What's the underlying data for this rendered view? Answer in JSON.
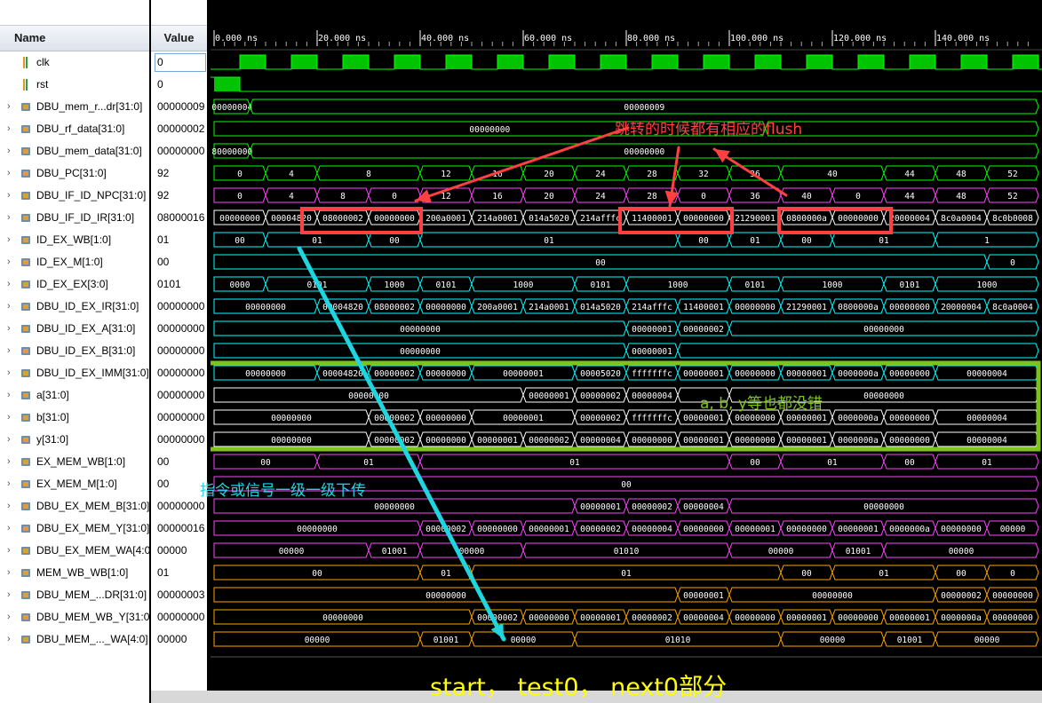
{
  "columns": {
    "name": "Name",
    "value": "Value"
  },
  "time_ruler": [
    "0.000 ns",
    "20.000 ns",
    "40.000 ns",
    "60.000 ns",
    "80.000 ns",
    "100.000 ns",
    "120.000 ns",
    "140.000 ns"
  ],
  "colors": {
    "clock_fill": "#00c400",
    "bus_green": "#00ff00",
    "bus_purple": "#ff44ff",
    "bus_white": "#ffffff",
    "bus_cyan": "#00ffff",
    "bus_orange": "#ffa500",
    "annotation_red": "#ff4040",
    "annotation_green": "#7cc31a",
    "annotation_cyan": "#1fd6e0",
    "annotation_yellow": "#ffff00"
  },
  "signals": [
    {
      "name": "clk",
      "value": "0",
      "icon": "bit-signal-icon",
      "expand": false,
      "kind": "clk",
      "color": "#00ff00"
    },
    {
      "name": "rst",
      "value": "0",
      "icon": "bit-signal-icon",
      "expand": false,
      "kind": "rst",
      "color": "#00ff00"
    },
    {
      "name": "DBU_mem_r...dr[31:0]",
      "value": "00000009",
      "icon": "bus-signal-icon",
      "expand": true,
      "color": "#00ff00",
      "segs": [
        [
          0,
          7,
          "00000004"
        ],
        [
          7,
          160,
          "00000009"
        ]
      ]
    },
    {
      "name": "DBU_rf_data[31:0]",
      "value": "00000002",
      "icon": "bus-signal-icon",
      "expand": true,
      "color": "#00ff00",
      "segs": [
        [
          0,
          107,
          "00000000"
        ],
        [
          107,
          160,
          ""
        ]
      ]
    },
    {
      "name": "DBU_mem_data[31:0]",
      "value": "00000000",
      "icon": "bus-signal-icon",
      "expand": true,
      "color": "#00ff00",
      "segs": [
        [
          0,
          7,
          "80000000"
        ],
        [
          7,
          160,
          "00000000"
        ]
      ]
    },
    {
      "name": "DBU_PC[31:0]",
      "value": "92",
      "icon": "bus-signal-icon",
      "expand": true,
      "color": "#00ff00",
      "segs": [
        [
          0,
          10,
          "0"
        ],
        [
          10,
          20,
          "4"
        ],
        [
          20,
          40,
          "8"
        ],
        [
          40,
          50,
          "12"
        ],
        [
          50,
          60,
          "16"
        ],
        [
          60,
          70,
          "20"
        ],
        [
          70,
          80,
          "24"
        ],
        [
          80,
          90,
          "28"
        ],
        [
          90,
          100,
          "32"
        ],
        [
          100,
          110,
          "36"
        ],
        [
          110,
          130,
          "40"
        ],
        [
          130,
          140,
          "44"
        ],
        [
          140,
          150,
          "48"
        ],
        [
          150,
          160,
          "52"
        ]
      ]
    },
    {
      "name": "DBU_IF_ID_NPC[31:0]",
      "value": "92",
      "icon": "bus-signal-icon",
      "expand": true,
      "color": "#ff44ff",
      "segs": [
        [
          0,
          10,
          "0"
        ],
        [
          10,
          20,
          "4"
        ],
        [
          20,
          30,
          "8"
        ],
        [
          30,
          40,
          "0"
        ],
        [
          40,
          50,
          "12"
        ],
        [
          50,
          60,
          "16"
        ],
        [
          60,
          70,
          "20"
        ],
        [
          70,
          80,
          "24"
        ],
        [
          80,
          90,
          "28"
        ],
        [
          90,
          100,
          "0"
        ],
        [
          100,
          110,
          "36"
        ],
        [
          110,
          120,
          "40"
        ],
        [
          120,
          130,
          "0"
        ],
        [
          130,
          140,
          "44"
        ],
        [
          140,
          150,
          "48"
        ],
        [
          150,
          160,
          "52"
        ]
      ]
    },
    {
      "name": "DBU_IF_ID_IR[31:0]",
      "value": "08000016",
      "icon": "bus-signal-icon",
      "expand": true,
      "color": "#ffffff",
      "segs": [
        [
          0,
          10,
          "00000000"
        ],
        [
          10,
          20,
          "00004820"
        ],
        [
          20,
          30,
          "08000002"
        ],
        [
          30,
          40,
          "00000000"
        ],
        [
          40,
          50,
          "200a0001"
        ],
        [
          50,
          60,
          "214a0001"
        ],
        [
          60,
          70,
          "014a5020"
        ],
        [
          70,
          80,
          "214afffc"
        ],
        [
          80,
          90,
          "11400001"
        ],
        [
          90,
          100,
          "00000000"
        ],
        [
          100,
          110,
          "21290001"
        ],
        [
          110,
          120,
          "0800000a"
        ],
        [
          120,
          130,
          "00000000"
        ],
        [
          130,
          140,
          "20000004"
        ],
        [
          140,
          150,
          "8c0a0004"
        ],
        [
          150,
          160,
          "8c0b0008"
        ]
      ]
    },
    {
      "name": "ID_EX_WB[1:0]",
      "value": "01",
      "icon": "bus-signal-icon",
      "expand": true,
      "color": "#00ffff",
      "segs": [
        [
          0,
          10,
          "00"
        ],
        [
          10,
          30,
          "01"
        ],
        [
          30,
          40,
          "00"
        ],
        [
          40,
          90,
          "01"
        ],
        [
          90,
          100,
          "00"
        ],
        [
          100,
          110,
          "01"
        ],
        [
          110,
          120,
          "00"
        ],
        [
          120,
          140,
          "01"
        ],
        [
          140,
          160,
          "1"
        ]
      ]
    },
    {
      "name": "ID_EX_M[1:0]",
      "value": "00",
      "icon": "bus-signal-icon",
      "expand": true,
      "color": "#00ffff",
      "segs": [
        [
          0,
          150,
          "00"
        ],
        [
          150,
          160,
          "0"
        ]
      ]
    },
    {
      "name": "ID_EX_EX[3:0]",
      "value": "0101",
      "icon": "bus-signal-icon",
      "expand": true,
      "color": "#00ffff",
      "segs": [
        [
          0,
          10,
          "0000"
        ],
        [
          10,
          30,
          "0101"
        ],
        [
          30,
          40,
          "1000"
        ],
        [
          40,
          50,
          "0101"
        ],
        [
          50,
          70,
          "1000"
        ],
        [
          70,
          80,
          "0101"
        ],
        [
          80,
          100,
          "1000"
        ],
        [
          100,
          110,
          "0101"
        ],
        [
          110,
          130,
          "1000"
        ],
        [
          130,
          140,
          "0101"
        ],
        [
          140,
          160,
          "1000"
        ]
      ]
    },
    {
      "name": "DBU_ID_EX_IR[31:0]",
      "value": "00000000",
      "icon": "bus-signal-icon",
      "expand": true,
      "color": "#00ffff",
      "segs": [
        [
          0,
          20,
          "00000000"
        ],
        [
          20,
          30,
          "00004820"
        ],
        [
          30,
          40,
          "08000002"
        ],
        [
          40,
          50,
          "00000000"
        ],
        [
          50,
          60,
          "200a0001"
        ],
        [
          60,
          70,
          "214a0001"
        ],
        [
          70,
          80,
          "014a5020"
        ],
        [
          80,
          90,
          "214afffc"
        ],
        [
          90,
          100,
          "11400001"
        ],
        [
          100,
          110,
          "00000000"
        ],
        [
          110,
          120,
          "21290001"
        ],
        [
          120,
          130,
          "0800000a"
        ],
        [
          130,
          140,
          "00000000"
        ],
        [
          140,
          150,
          "20000004"
        ],
        [
          150,
          160,
          "8c0a0004"
        ]
      ]
    },
    {
      "name": "DBU_ID_EX_A[31:0]",
      "value": "00000000",
      "icon": "bus-signal-icon",
      "expand": true,
      "color": "#00ffff",
      "segs": [
        [
          0,
          80,
          "00000000"
        ],
        [
          80,
          90,
          "00000001"
        ],
        [
          90,
          100,
          "00000002"
        ],
        [
          100,
          160,
          "00000000"
        ]
      ]
    },
    {
      "name": "DBU_ID_EX_B[31:0]",
      "value": "00000000",
      "icon": "bus-signal-icon",
      "expand": true,
      "color": "#00ffff",
      "segs": [
        [
          0,
          80,
          "00000000"
        ],
        [
          80,
          90,
          "00000001"
        ],
        [
          90,
          160,
          ""
        ]
      ]
    },
    {
      "name": "DBU_ID_EX_IMM[31:0]",
      "value": "00000000",
      "icon": "bus-signal-icon",
      "expand": true,
      "color": "#00ffff",
      "segs": [
        [
          0,
          20,
          "00000000"
        ],
        [
          20,
          30,
          "00004820"
        ],
        [
          30,
          40,
          "00000002"
        ],
        [
          40,
          50,
          "00000000"
        ],
        [
          50,
          70,
          "00000001"
        ],
        [
          70,
          80,
          "00005020"
        ],
        [
          80,
          90,
          "fffffffc"
        ],
        [
          90,
          100,
          "00000001"
        ],
        [
          100,
          110,
          "00000000"
        ],
        [
          110,
          120,
          "00000001"
        ],
        [
          120,
          130,
          "0000000a"
        ],
        [
          130,
          140,
          "00000000"
        ],
        [
          140,
          160,
          "00000004"
        ]
      ]
    },
    {
      "name": "a[31:0]",
      "value": "00000000",
      "icon": "bus-signal-icon",
      "expand": true,
      "color": "#ffffff",
      "segs": [
        [
          0,
          60,
          "00000000"
        ],
        [
          60,
          70,
          "00000001"
        ],
        [
          70,
          80,
          "00000002"
        ],
        [
          80,
          90,
          "00000004"
        ],
        [
          90,
          100,
          ""
        ],
        [
          100,
          160,
          "00000000"
        ]
      ]
    },
    {
      "name": "b[31:0]",
      "value": "00000000",
      "icon": "bus-signal-icon",
      "expand": true,
      "color": "#ffffff",
      "segs": [
        [
          0,
          30,
          "00000000"
        ],
        [
          30,
          40,
          "00000002"
        ],
        [
          40,
          50,
          "00000000"
        ],
        [
          50,
          70,
          "00000001"
        ],
        [
          70,
          80,
          "00000002"
        ],
        [
          80,
          90,
          "fffffffc"
        ],
        [
          90,
          100,
          "00000001"
        ],
        [
          100,
          110,
          "00000000"
        ],
        [
          110,
          120,
          "00000001"
        ],
        [
          120,
          130,
          "0000000a"
        ],
        [
          130,
          140,
          "00000000"
        ],
        [
          140,
          160,
          "00000004"
        ]
      ]
    },
    {
      "name": "y[31:0]",
      "value": "00000000",
      "icon": "bus-signal-icon",
      "expand": true,
      "color": "#ffffff",
      "segs": [
        [
          0,
          30,
          "00000000"
        ],
        [
          30,
          40,
          "00000002"
        ],
        [
          40,
          50,
          "00000000"
        ],
        [
          50,
          60,
          "00000001"
        ],
        [
          60,
          70,
          "00000002"
        ],
        [
          70,
          80,
          "00000004"
        ],
        [
          80,
          90,
          "00000000"
        ],
        [
          90,
          100,
          "00000001"
        ],
        [
          100,
          110,
          "00000000"
        ],
        [
          110,
          120,
          "00000001"
        ],
        [
          120,
          130,
          "0000000a"
        ],
        [
          130,
          140,
          "00000000"
        ],
        [
          140,
          160,
          "00000004"
        ]
      ]
    },
    {
      "name": "EX_MEM_WB[1:0]",
      "value": "00",
      "icon": "bus-signal-icon",
      "expand": true,
      "color": "#ff44ff",
      "segs": [
        [
          0,
          20,
          "00"
        ],
        [
          20,
          40,
          "01"
        ],
        [
          40,
          100,
          "01"
        ],
        [
          100,
          110,
          "00"
        ],
        [
          110,
          130,
          "01"
        ],
        [
          130,
          140,
          "00"
        ],
        [
          140,
          160,
          "01"
        ]
      ]
    },
    {
      "name": "EX_MEM_M[1:0]",
      "value": "00",
      "icon": "bus-signal-icon",
      "expand": true,
      "color": "#ff44ff",
      "segs": [
        [
          0,
          160,
          "00"
        ]
      ]
    },
    {
      "name": "DBU_EX_MEM_B[31:0]",
      "value": "00000000",
      "icon": "bus-signal-icon",
      "expand": true,
      "color": "#ff44ff",
      "segs": [
        [
          0,
          70,
          "00000000"
        ],
        [
          70,
          80,
          "00000001"
        ],
        [
          80,
          90,
          "00000002"
        ],
        [
          90,
          100,
          "00000004"
        ],
        [
          100,
          160,
          "00000000"
        ]
      ]
    },
    {
      "name": "DBU_EX_MEM_Y[31:0]",
      "value": "00000016",
      "icon": "bus-signal-icon",
      "expand": true,
      "color": "#ff44ff",
      "segs": [
        [
          0,
          40,
          "00000000"
        ],
        [
          40,
          50,
          "00000002"
        ],
        [
          50,
          60,
          "00000000"
        ],
        [
          60,
          70,
          "00000001"
        ],
        [
          70,
          80,
          "00000002"
        ],
        [
          80,
          90,
          "00000004"
        ],
        [
          90,
          100,
          "00000000"
        ],
        [
          100,
          110,
          "00000001"
        ],
        [
          110,
          120,
          "00000000"
        ],
        [
          120,
          130,
          "00000001"
        ],
        [
          130,
          140,
          "0000000a"
        ],
        [
          140,
          150,
          "00000000"
        ],
        [
          150,
          160,
          "00000"
        ]
      ]
    },
    {
      "name": "DBU_EX_MEM_WA[4:0]",
      "value": "00000",
      "icon": "bus-signal-icon",
      "expand": true,
      "color": "#ff44ff",
      "segs": [
        [
          0,
          30,
          "00000"
        ],
        [
          30,
          40,
          "01001"
        ],
        [
          40,
          60,
          "00000"
        ],
        [
          60,
          100,
          "01010"
        ],
        [
          100,
          120,
          "00000"
        ],
        [
          120,
          130,
          "01001"
        ],
        [
          130,
          160,
          "00000"
        ]
      ]
    },
    {
      "name": "MEM_WB_WB[1:0]",
      "value": "01",
      "icon": "bus-signal-icon",
      "expand": true,
      "color": "#ffa500",
      "segs": [
        [
          0,
          40,
          "00"
        ],
        [
          40,
          50,
          "01"
        ],
        [
          50,
          110,
          "01"
        ],
        [
          110,
          120,
          "00"
        ],
        [
          120,
          140,
          "01"
        ],
        [
          140,
          150,
          "00"
        ],
        [
          150,
          160,
          "0"
        ]
      ]
    },
    {
      "name": "DBU_MEM_...DR[31:0]",
      "value": "00000003",
      "icon": "bus-signal-icon",
      "expand": true,
      "color": "#ffa500",
      "segs": [
        [
          0,
          90,
          "00000000"
        ],
        [
          90,
          100,
          "00000001"
        ],
        [
          100,
          140,
          "00000000"
        ],
        [
          140,
          150,
          "00000002"
        ],
        [
          150,
          160,
          "00000000"
        ]
      ]
    },
    {
      "name": "DBU_MEM_WB_Y[31:0]",
      "value": "00000000",
      "icon": "bus-signal-icon",
      "expand": true,
      "color": "#ffa500",
      "segs": [
        [
          0,
          50,
          "00000000"
        ],
        [
          50,
          60,
          "00000002"
        ],
        [
          60,
          70,
          "00000000"
        ],
        [
          70,
          80,
          "00000001"
        ],
        [
          80,
          90,
          "00000002"
        ],
        [
          90,
          100,
          "00000004"
        ],
        [
          100,
          110,
          "00000000"
        ],
        [
          110,
          120,
          "00000001"
        ],
        [
          120,
          130,
          "00000000"
        ],
        [
          130,
          140,
          "00000001"
        ],
        [
          140,
          150,
          "0000000a"
        ],
        [
          150,
          160,
          "00000000"
        ]
      ]
    },
    {
      "name": "DBU_MEM_..._WA[4:0]",
      "value": "00000",
      "icon": "bus-signal-icon",
      "expand": true,
      "color": "#ffa500",
      "segs": [
        [
          0,
          40,
          "00000"
        ],
        [
          40,
          50,
          "01001"
        ],
        [
          50,
          70,
          "00000"
        ],
        [
          70,
          110,
          "01010"
        ],
        [
          110,
          130,
          "00000"
        ],
        [
          130,
          140,
          "01001"
        ],
        [
          140,
          160,
          "00000"
        ]
      ]
    }
  ],
  "annotations": {
    "flush": "跳转的时候都有相应的flush",
    "ab": "a, b, y等也都没错",
    "pass": "指令或信号一级一级下传",
    "part": "start，  test0，  next0部分"
  }
}
